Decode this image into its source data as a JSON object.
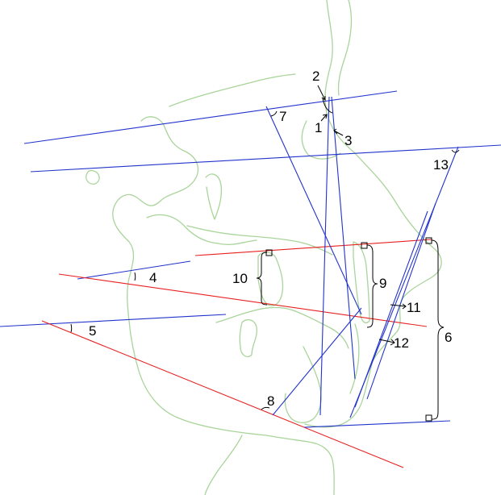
{
  "colors": {
    "profile_trace": "#a9d49a",
    "reference_line_blue": "#2233cc",
    "reference_line_red": "#e82020",
    "annotation": "#000000",
    "background": "#ffffff"
  },
  "labels": {
    "l1": "1",
    "l2": "2",
    "l3": "3",
    "l4": "4",
    "l5": "5",
    "l6": "6",
    "l7": "7",
    "l8": "8",
    "l9": "9",
    "l10": "10",
    "l11": "11",
    "l12": "12",
    "l13": "13"
  }
}
